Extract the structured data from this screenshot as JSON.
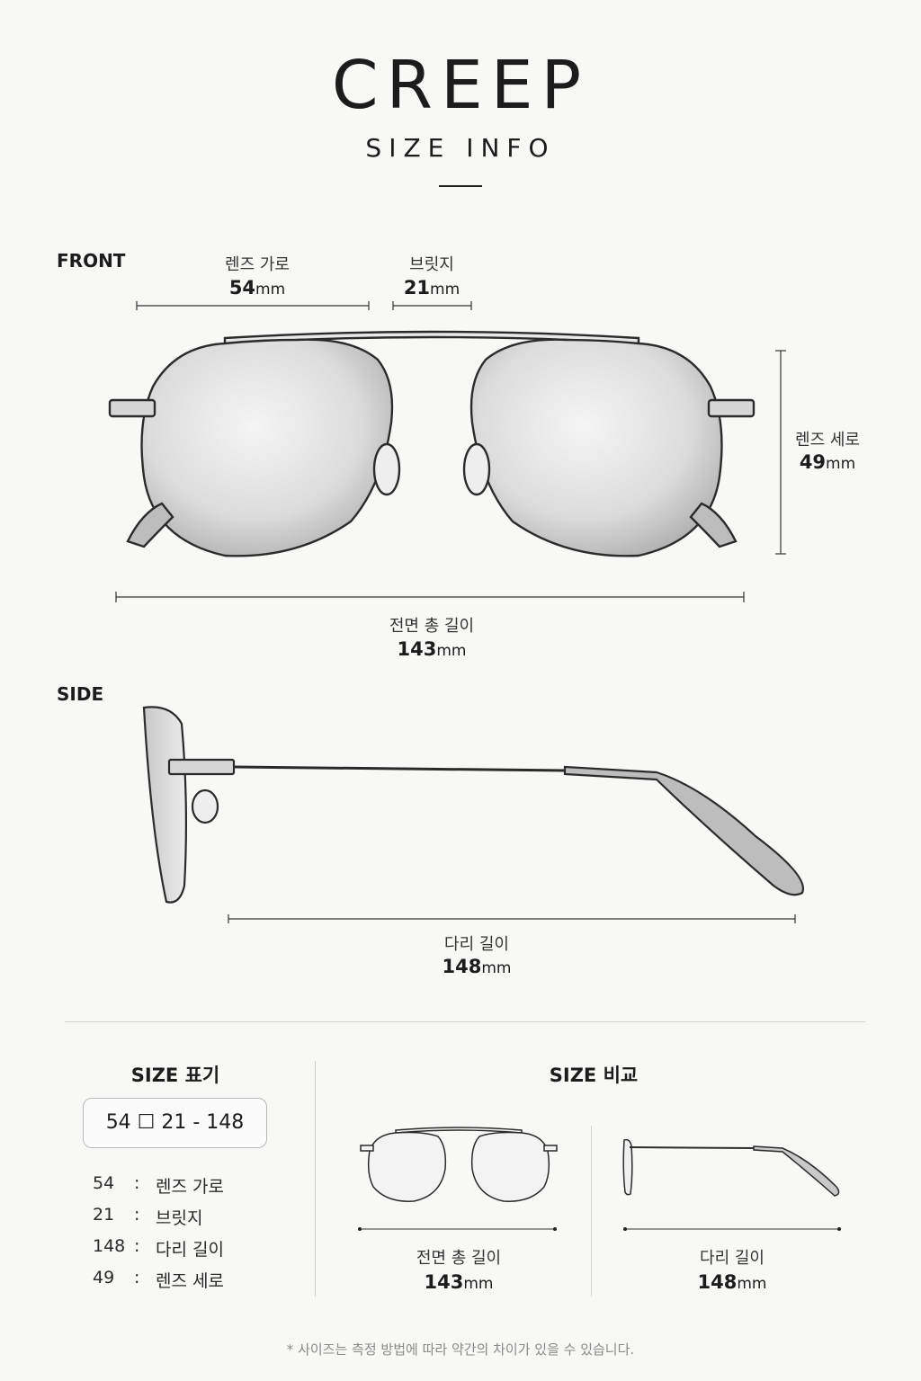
{
  "header": {
    "title": "CREEP",
    "subtitle": "SIZE INFO"
  },
  "front": {
    "section_label": "FRONT",
    "lens_width": {
      "label": "렌즈 가로",
      "value": "54",
      "unit": "mm"
    },
    "bridge": {
      "label": "브릿지",
      "value": "21",
      "unit": "mm"
    },
    "lens_height": {
      "label": "렌즈 세로",
      "value": "49",
      "unit": "mm"
    },
    "total_width": {
      "label": "전면 총 길이",
      "value": "143",
      "unit": "mm"
    }
  },
  "side": {
    "section_label": "SIDE",
    "temple_length": {
      "label": "다리 길이",
      "value": "148",
      "unit": "mm"
    }
  },
  "size_notation": {
    "heading": "SIZE 표기",
    "notation": "54 ☐ 21 - 148",
    "legend": [
      {
        "num": "54",
        "colon": ":",
        "text": "렌즈 가로"
      },
      {
        "num": "21",
        "colon": ":",
        "text": "브릿지"
      },
      {
        "num": "148",
        "colon": ":",
        "text": "다리 길이"
      },
      {
        "num": "49",
        "colon": ":",
        "text": "렌즈 세로"
      }
    ]
  },
  "size_compare": {
    "heading": "SIZE 비교",
    "front": {
      "label": "전면 총 길이",
      "value": "143",
      "unit": "mm"
    },
    "side": {
      "label": "다리 길이",
      "value": "148",
      "unit": "mm"
    }
  },
  "footnote": "* 사이즈는 측정 방법에 따라 약간의 차이가 있을 수 있습니다."
}
